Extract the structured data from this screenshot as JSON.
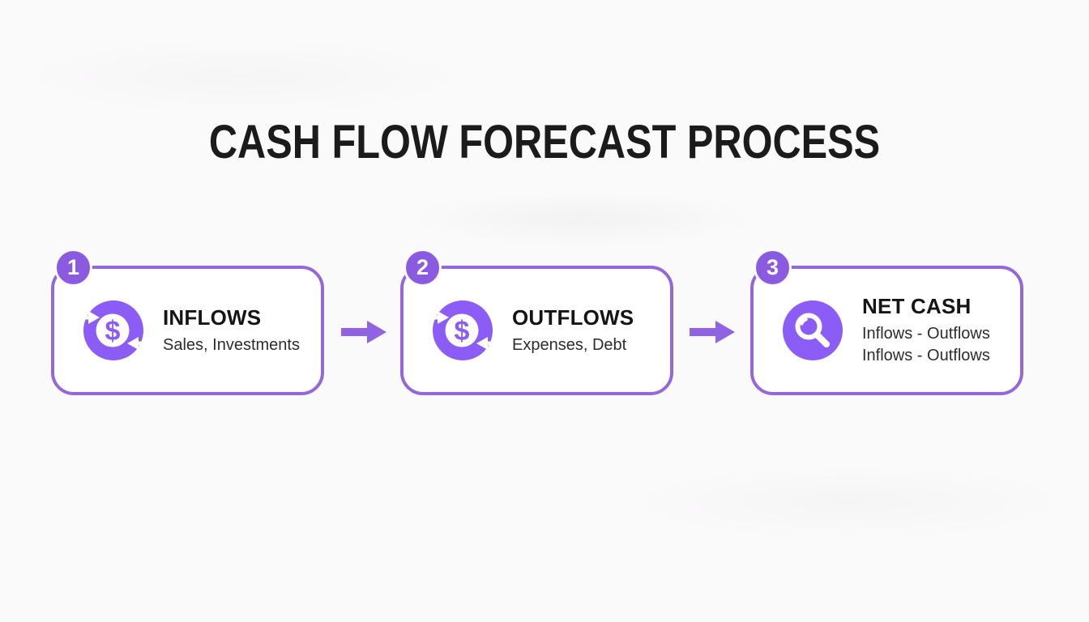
{
  "page": {
    "title": "CASH FLOW FORECAST PROCESS"
  },
  "colors": {
    "accent_purple": "#8B5CF6",
    "card_border_purple": "#9468DB",
    "badge_purple": "#8A5BE0",
    "arrow_purple": "#8F63E2",
    "title_text": "#1B1B1B",
    "heading_text": "#151515",
    "subtext": "#2D2D2D",
    "background": "#FBFAFB",
    "card_background": "#FFFFFF"
  },
  "steps": [
    {
      "number": "1",
      "icon": "dollar-cycle-icon",
      "title": "INFLOWS",
      "lines": [
        "Sales, Investments"
      ]
    },
    {
      "number": "2",
      "icon": "dollar-cycle-icon",
      "title": "OUTFLOWS",
      "lines": [
        "Expenses, Debt"
      ]
    },
    {
      "number": "3",
      "icon": "magnifier-icon",
      "title": "NET CASH",
      "lines": [
        "Inflows - Outflows",
        "Inflows - Outflows"
      ]
    }
  ],
  "arrows": [
    {
      "icon": "right-arrow-icon"
    },
    {
      "icon": "right-arrow-icon"
    }
  ]
}
